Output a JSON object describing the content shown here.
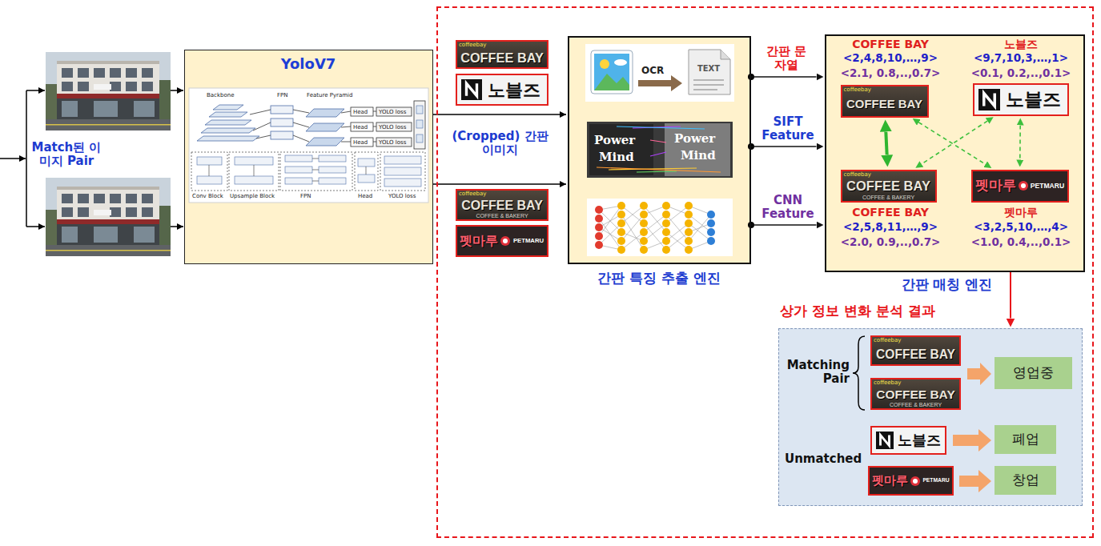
{
  "diagram": {
    "nodes": [
      {
        "text": [
          "YoloV7"
        ]
      },
      {
        "text": [
          "(Cropped) 간판 이미지"
        ]
      },
      {
        "text": [
          "간판 특징 추출 엔진"
        ],
        "in": 1
      },
      {
        "text": [
          "간판 매칭 엔진"
        ],
        "in": 1
      },
      {
        "text": [
          "coffeebay",
          "COFFEE BAY"
        ],
        "in": 3
      },
      {
        "text": [
          "노블즈"
        ],
        "in": 3
      },
      {
        "text": [
          "coffeebay",
          "COFFEE BAY",
          "COFFEE & BAKERY"
        ],
        "in": 3
      },
      {
        "text": [
          "펫마루",
          "PETMARU"
        ],
        "in": 3
      },
      {
        "text": [
          "상가 정보 변화 분석 결과",
          "Matching Pair",
          "Unmatched"
        ],
        "in": 1
      },
      {
        "text": [
          "영업중"
        ],
        "in": 8
      },
      {
        "text": [
          "폐업"
        ],
        "in": 8
      },
      {
        "text": [
          "창업"
        ],
        "in": 8
      }
    ],
    "edges": [
      {
        "from": 2,
        "to": 3,
        "label": "간판 문자열",
        "arrow": "to"
      },
      {
        "from": 2,
        "to": 3,
        "label": "SIFT Feature",
        "arrow": "to"
      },
      {
        "from": 2,
        "to": 3,
        "label": "CNN Feature",
        "arrow": "to"
      },
      {
        "from": 4,
        "to": 6,
        "arrow": "both"
      },
      {
        "from": 5,
        "to": 6,
        "arrow": "both"
      },
      {
        "from": 4,
        "to": 7,
        "arrow": "both"
      },
      {
        "from": 5,
        "to": 7,
        "arrow": "both"
      },
      {
        "from": 3,
        "to": 8,
        "arrow": "to"
      }
    ],
    "labels": [
      "Match된 이미지 Pair",
      "Backbone",
      "FPN",
      "Feature Pyramid",
      "Head",
      "Head",
      "Head",
      "YOLO loss",
      "YOLO loss",
      "YOLO loss",
      "Conv Block",
      "Upsample Block",
      "FPN",
      "Head",
      "YOLO loss",
      "coffeebay",
      "COFFEE BAY",
      "노블즈",
      "coffeebay",
      "COFFEE BAY",
      "COFFEE & BAKERY",
      "펫마루",
      "PETMARU",
      "OCR",
      "TEXT",
      "Power",
      "Mind",
      "Power",
      "Mind",
      "COFFEE BAY",
      "<2,4,8,10,…,9>",
      "<2.1, 0.8,..,0.7>",
      "노블즈",
      "<9,7,10,3,…,1>",
      "<0.1, 0.2,..,0.1>",
      "COFFEE BAY",
      "<2,5,8,11,…,9>",
      "<2.0, 0.9,..,0.7>",
      "펫마루",
      "<3,2,5,10,…,4>",
      "<1.0, 0.4,..,0.1>",
      "coffeebay",
      "COFFEE BAY",
      "coffeebay",
      "COFFEE BAY",
      "COFFEE & BAKERY",
      "노블즈",
      "펫마루",
      "PETMARU"
    ]
  }
}
